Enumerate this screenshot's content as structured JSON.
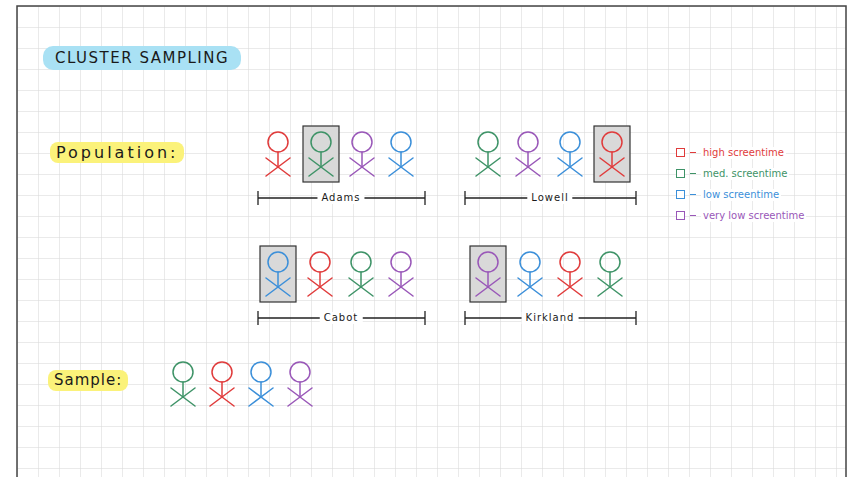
{
  "diagram": {
    "title": "CLUSTER SAMPLING",
    "labels": [
      "Population:",
      "Adams",
      "Lowell",
      "Cabot",
      "Kirkland",
      "Sample:"
    ],
    "legend": [
      {
        "text": "high screentime",
        "color": "#e03b3b"
      },
      {
        "text": "med. screentime",
        "color": "#3e9367"
      },
      {
        "text": "low screentime",
        "color": "#3b8fd9"
      },
      {
        "text": "very low screentime",
        "color": "#9957b8"
      }
    ]
  }
}
